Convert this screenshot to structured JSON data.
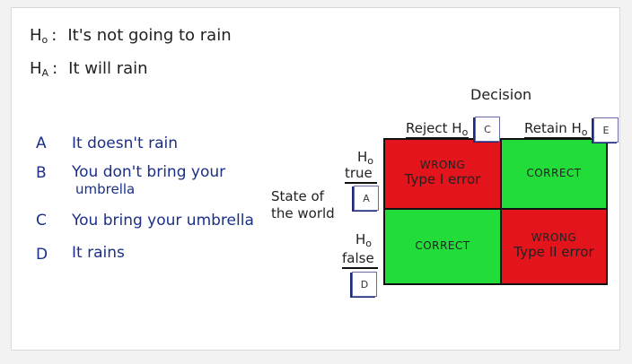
{
  "hypotheses": {
    "h0": {
      "symbol": "H",
      "sub": "o",
      "colon": ":",
      "text": "It's not going to rain"
    },
    "ha": {
      "symbol": "H",
      "sub": "A",
      "colon": ":",
      "text": "It will rain"
    }
  },
  "options": [
    {
      "letter": "A",
      "text": "It doesn't rain"
    },
    {
      "letter": "B",
      "text": "You don't bring your",
      "text2": "umbrella"
    },
    {
      "letter": "C",
      "text": "You bring your umbrella"
    },
    {
      "letter": "D",
      "text": "It rains"
    }
  ],
  "table": {
    "decision_label": "Decision",
    "col_reject": "Reject H",
    "col_retain": "Retain H",
    "col_sub": "o",
    "row_true_1": "H",
    "row_true_sub": "o",
    "row_true_2": "true",
    "row_false_1": "H",
    "row_false_sub": "o",
    "row_false_2": "false",
    "state_line1": "State of",
    "state_line2": "the world",
    "cells": {
      "true_reject": {
        "line1": "WRONG",
        "line2": "Type I error"
      },
      "true_retain": {
        "line1": "CORRECT"
      },
      "false_reject": {
        "line1": "CORRECT"
      },
      "false_retain": {
        "line1": "WRONG",
        "line2": "Type II error"
      }
    }
  },
  "answer_boxes": {
    "a": "A",
    "c": "C",
    "d": "D",
    "e": "E"
  },
  "colors": {
    "wrong": "#e3141b",
    "correct": "#22dc3a",
    "ink_blue": "#1b2f86",
    "ink_black": "#222222"
  }
}
